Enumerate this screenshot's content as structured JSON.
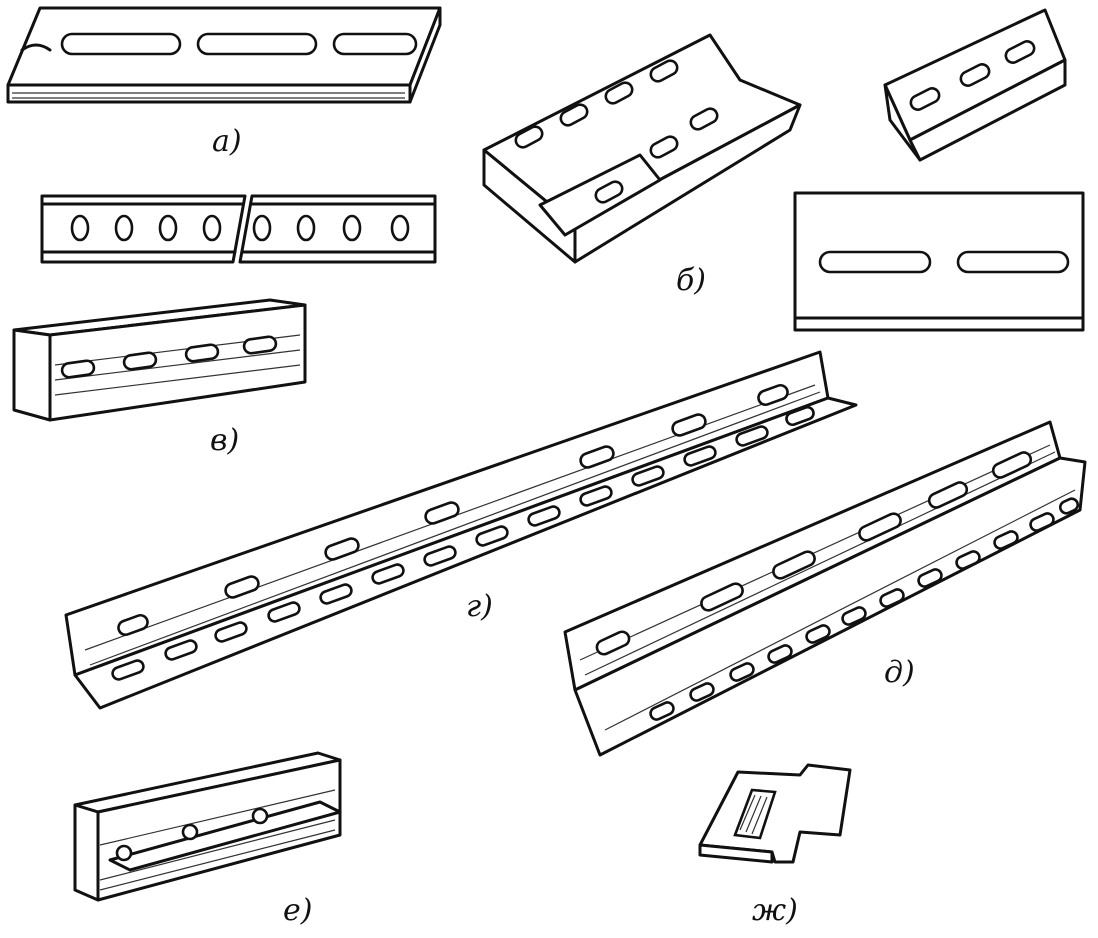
{
  "figure": {
    "labels": {
      "a": "а)",
      "b": "б)",
      "v": "в)",
      "g": "г)",
      "d": "д)",
      "e": "е)",
      "zh": "ж)"
    }
  }
}
